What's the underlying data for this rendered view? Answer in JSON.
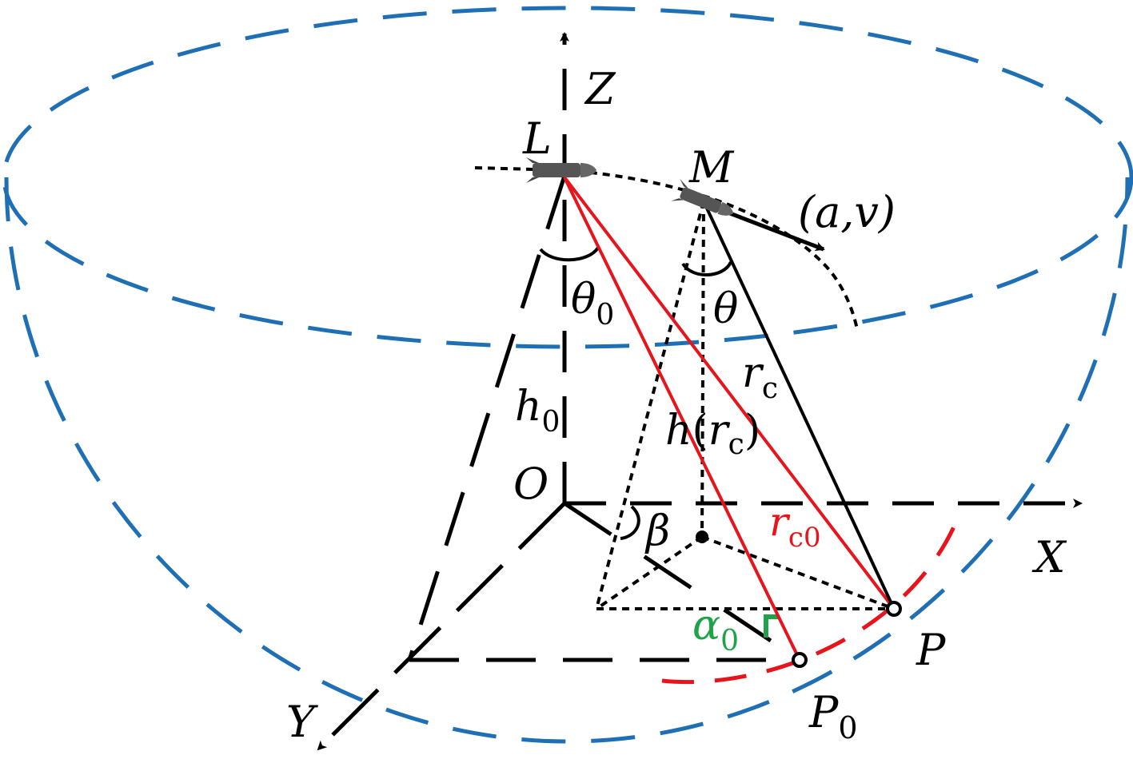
{
  "labels": {
    "z_axis": "Z",
    "x_axis": "X",
    "y_axis": "Y",
    "origin": "O",
    "launcher": "L",
    "missile": "M",
    "motion": "(a,v)",
    "theta0_main": "θ",
    "theta0_sub": "0",
    "theta": "θ",
    "h0_main": "h",
    "h0_sub": "0",
    "h_rc_main": "h",
    "h_rc_open": "(",
    "h_rc_r": "r",
    "h_rc_sub": "c",
    "h_rc_close": ")",
    "rc_main": "r",
    "rc_sub": "c",
    "rc0_main": "r",
    "rc0_sub": "c0",
    "beta": "β",
    "alpha0_main": "α",
    "alpha0_sub": "0",
    "p_main": "P",
    "p0_main": "P",
    "p0_sub": "0"
  },
  "colors": {
    "boundary": "#1f6fb5",
    "axes": "#000000",
    "slant_range": "#e8141c",
    "angle_alpha": "#1fa34a"
  },
  "icons": [
    "missile-icon-l",
    "missile-icon-m"
  ]
}
